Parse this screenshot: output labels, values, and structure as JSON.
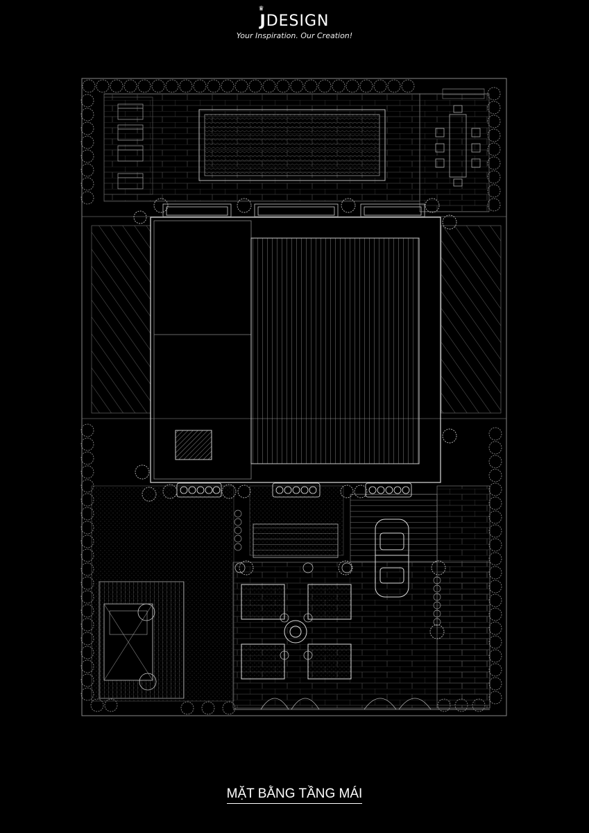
{
  "logo": {
    "brand_mark": "J",
    "brand_rest": "DESIGN",
    "tagline": "Your Inspiration. Our Creation!"
  },
  "drawing": {
    "title": "MẶT BẰNG TẦNG MÁI"
  },
  "colors": {
    "background": "#000000",
    "lines": "#ffffff"
  }
}
